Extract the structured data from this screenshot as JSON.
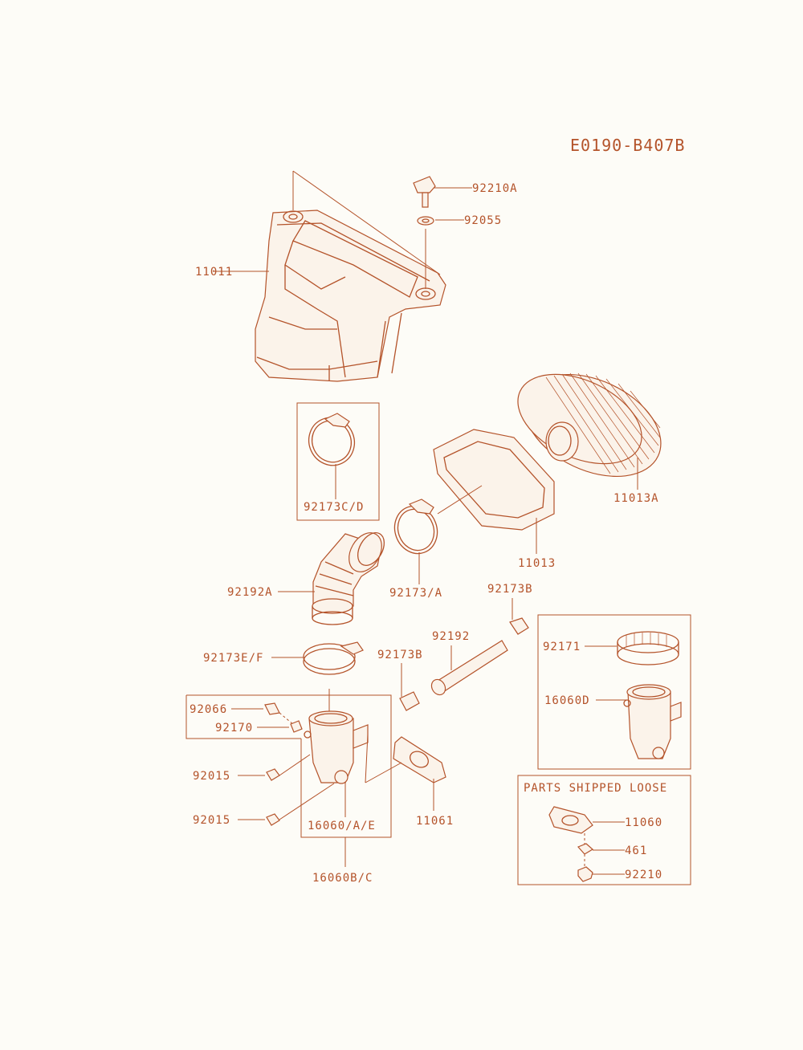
{
  "diagram": {
    "id": "E0190-B407B",
    "parts_box_title": "PARTS SHIPPED LOOSE",
    "parts": {
      "p92210A": "92210A",
      "p92055": "92055",
      "p11011": "11011",
      "p92173CD": "92173C/D",
      "p11013A": "11013A",
      "p11013": "11013",
      "p92173A": "92173/A",
      "p92192A": "92192A",
      "p92173B_top": "92173B",
      "p92192": "92192",
      "p92173B_mid": "92173B",
      "p92171": "92171",
      "p92173EF": "92173E/F",
      "p16060D": "16060D",
      "p92066": "92066",
      "p92170": "92170",
      "p92015_upper": "92015",
      "p92015_lower": "92015",
      "p16060AE": "16060/A/E",
      "p11061": "11061",
      "p16060BC": "16060B/C",
      "p11060": "11060",
      "p461": "461",
      "p92210": "92210"
    }
  }
}
